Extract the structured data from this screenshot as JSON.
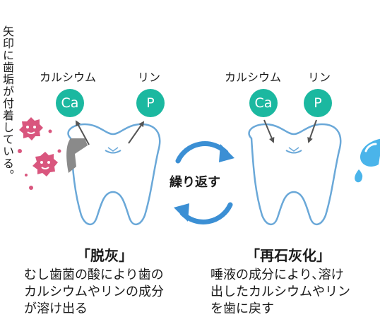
{
  "side_text": "矢印に歯垢が付着している。",
  "left": {
    "mineral_labels": [
      "カルシウム",
      "リン"
    ],
    "symbols": [
      "Ca",
      "P"
    ],
    "title": "「脱灰」",
    "description": [
      "むし歯菌の酸により歯の",
      "カルシウムやリンの成分",
      "が溶け出る"
    ]
  },
  "right": {
    "mineral_labels": [
      "カルシウム",
      "リン"
    ],
    "symbols": [
      "Ca",
      "P"
    ],
    "title": "「再石灰化」",
    "description": [
      "唾液の成分により､溶け",
      "出したカルシウムやリン",
      "を歯に戻す"
    ]
  },
  "cycle_label": "繰り返す",
  "colors": {
    "mineral_circle": "#1bb8a0",
    "tooth_outline": "#6aa8d8",
    "cycle_arrow": "#3b8fd4",
    "bacteria": "#d9567e",
    "saliva": "#4ab4ea",
    "decay": "#8a8a8a"
  },
  "icons": [
    "bacteria-icon",
    "saliva-drop-icon",
    "cycle-arrows-icon",
    "tooth-icon"
  ]
}
